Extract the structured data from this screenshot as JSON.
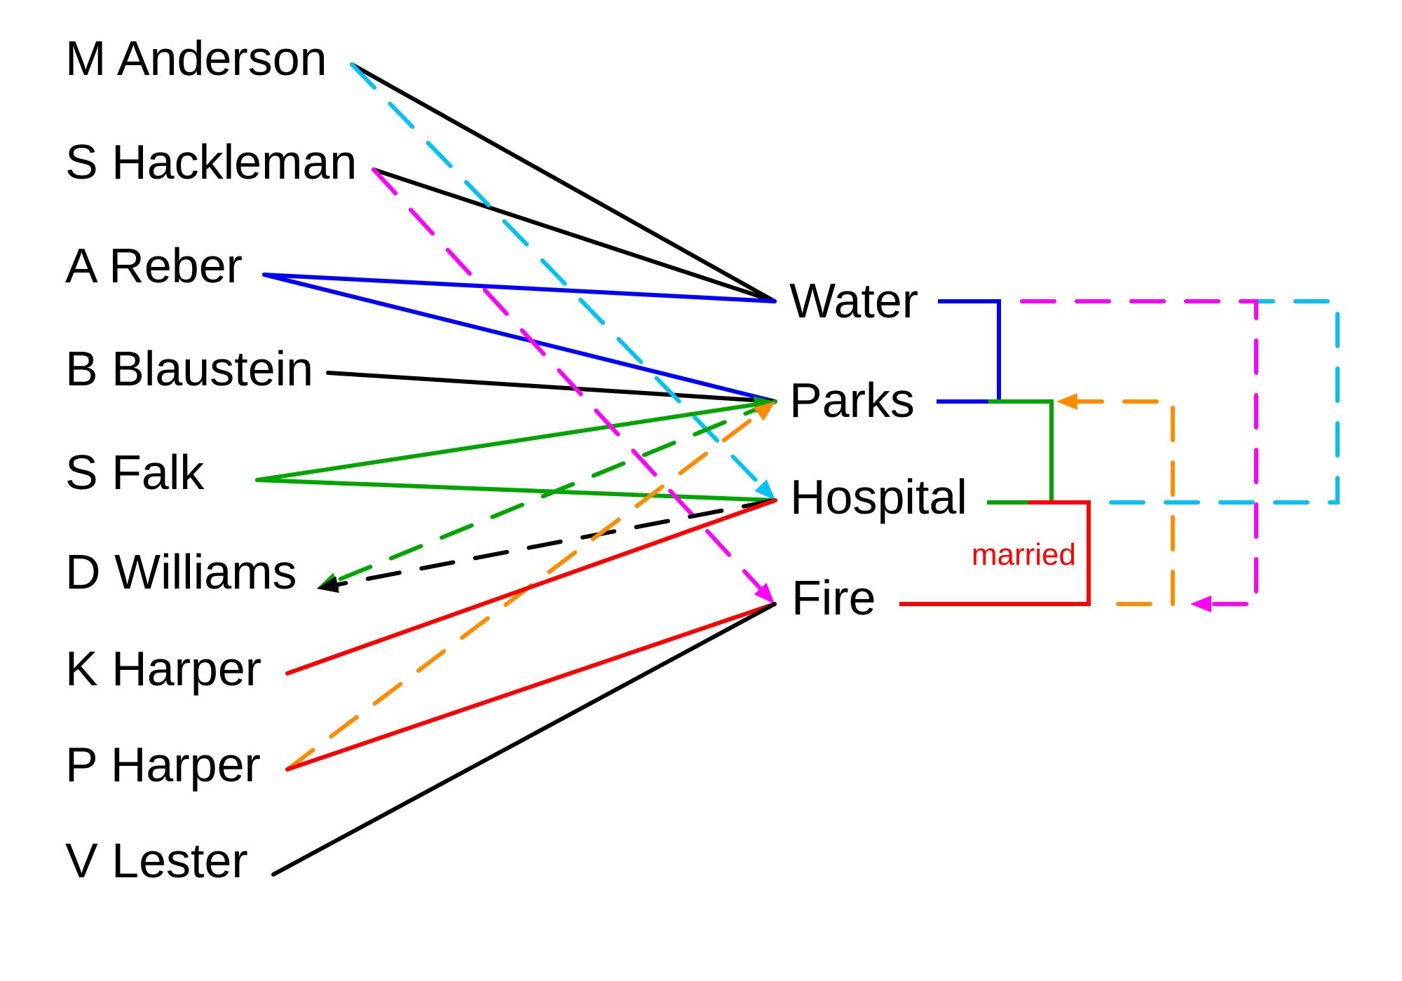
{
  "title": "",
  "people": [
    {
      "id": "m-anderson",
      "label": "M Anderson"
    },
    {
      "id": "s-hackleman",
      "label": "S Hackleman"
    },
    {
      "id": "a-reber",
      "label": "A Reber"
    },
    {
      "id": "b-blaustein",
      "label": "B Blaustein"
    },
    {
      "id": "s-falk",
      "label": "S Falk"
    },
    {
      "id": "d-williams",
      "label": "D Williams"
    },
    {
      "id": "k-harper",
      "label": "K Harper"
    },
    {
      "id": "p-harper",
      "label": "P Harper"
    },
    {
      "id": "v-lester",
      "label": "V Lester"
    }
  ],
  "departments": [
    {
      "id": "water",
      "label": "Water"
    },
    {
      "id": "parks",
      "label": "Parks"
    },
    {
      "id": "hospital",
      "label": "Hospital"
    },
    {
      "id": "fire",
      "label": "Fire"
    }
  ],
  "colors": {
    "black": "#000000",
    "blue": "#0000ff",
    "cyan": "#00c3f5",
    "magenta": "#ff00ff",
    "green": "#00a500",
    "red": "#ff0000",
    "orange": "#ff8c00"
  },
  "edges": [
    {
      "from": "m-anderson",
      "to": "water",
      "color": "black",
      "style": "solid",
      "arrow": "none"
    },
    {
      "from": "s-hackleman",
      "to": "water",
      "color": "black",
      "style": "solid",
      "arrow": "none"
    },
    {
      "from": "a-reber",
      "to": "water",
      "color": "blue",
      "style": "solid",
      "arrow": "none"
    },
    {
      "from": "a-reber",
      "to": "parks",
      "color": "blue",
      "style": "solid",
      "arrow": "none"
    },
    {
      "from": "b-blaustein",
      "to": "parks",
      "color": "black",
      "style": "solid",
      "arrow": "none"
    },
    {
      "from": "s-falk",
      "to": "parks",
      "color": "green",
      "style": "solid",
      "arrow": "end"
    },
    {
      "from": "s-falk",
      "to": "hospital",
      "color": "green",
      "style": "solid",
      "arrow": "none"
    },
    {
      "from": "m-anderson",
      "to": "hospital",
      "color": "cyan",
      "style": "dashed",
      "arrow": "end"
    },
    {
      "from": "s-hackleman",
      "to": "fire",
      "color": "magenta",
      "style": "dashed",
      "arrow": "end"
    },
    {
      "from": "parks",
      "to": "d-williams",
      "color": "green",
      "style": "dashed",
      "arrow": "end"
    },
    {
      "from": "hospital",
      "to": "d-williams",
      "color": "black",
      "style": "dashed",
      "arrow": "end"
    },
    {
      "from": "p-harper",
      "to": "parks",
      "color": "orange",
      "style": "dashed",
      "arrow": "end"
    },
    {
      "from": "k-harper",
      "to": "hospital",
      "color": "red",
      "style": "solid",
      "arrow": "none"
    },
    {
      "from": "p-harper",
      "to": "fire",
      "color": "red",
      "style": "solid",
      "arrow": "none"
    },
    {
      "from": "v-lester",
      "to": "fire",
      "color": "black",
      "style": "solid",
      "arrow": "none"
    }
  ],
  "brackets": [
    {
      "id": "water-parks",
      "joins": [
        "water",
        "parks"
      ],
      "color": "blue",
      "style": "solid"
    },
    {
      "id": "parks-hospital",
      "joins": [
        "parks",
        "hospital"
      ],
      "color": "green",
      "style": "solid"
    },
    {
      "id": "hospital-fire",
      "joins": [
        "hospital",
        "fire"
      ],
      "color": "red",
      "style": "solid",
      "label": "married"
    }
  ],
  "routed_edges": [
    {
      "id": "water-to-hospital",
      "from": "water",
      "to": "hospital",
      "color": "cyan",
      "style": "dashed",
      "arrow": "none"
    },
    {
      "id": "water-to-fire",
      "from": "water",
      "to": "fire",
      "color": "magenta",
      "style": "dashed",
      "arrow": "end"
    },
    {
      "id": "fire-to-parks",
      "from": "fire",
      "to": "parks",
      "color": "orange",
      "style": "dashed",
      "arrow": "end"
    }
  ],
  "annotations": {
    "married": "married"
  }
}
